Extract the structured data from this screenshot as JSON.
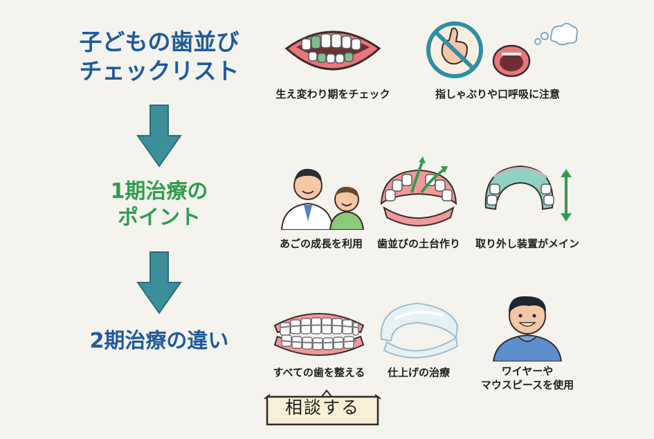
{
  "title": {
    "line1": "子どもの歯並び",
    "line2": "チェックリスト"
  },
  "phase1": {
    "line1": "1期治療の",
    "line2": "ポイント"
  },
  "phase2": {
    "line1": "2期治療の違い"
  },
  "row1": [
    {
      "caption": "生え変わり期をチェック",
      "icon": "mixed-dentition-mouth-icon"
    },
    {
      "caption": "指しゃぶりや口呼吸に注意",
      "icon": "no-thumb-sucking-icon"
    }
  ],
  "row2": [
    {
      "caption": "あごの成長を利用",
      "icon": "dentist-and-child-icon"
    },
    {
      "caption": "歯並びの土台作り",
      "icon": "jaw-expansion-icon"
    },
    {
      "caption": "取り外し装置がメイン",
      "icon": "removable-appliance-icon"
    }
  ],
  "row3": [
    {
      "caption": "すべての歯を整える",
      "icon": "braces-icon"
    },
    {
      "caption": "仕上げの治療",
      "icon": "clear-aligner-icon"
    },
    {
      "caption_line1": "ワイヤーや",
      "caption_line2": "マウスピースを使用",
      "icon": "teen-patient-icon"
    }
  ],
  "consult": {
    "label": "相談する"
  },
  "colors": {
    "blue_heading": "#1f5b99",
    "green_heading": "#2f9d4e",
    "arrow": "#3c8f9a",
    "background": "#f4f3ee"
  }
}
